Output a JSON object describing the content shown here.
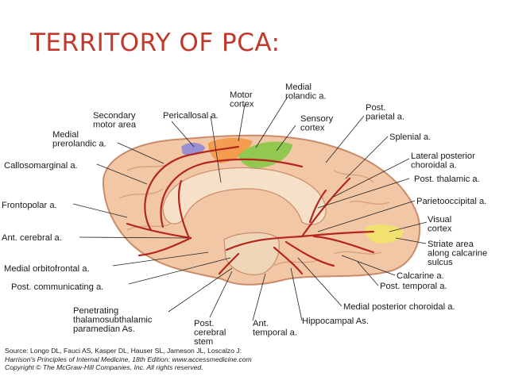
{
  "title": "TERRITORY OF PCA:",
  "figure": {
    "labels": [
      {
        "id": "motor_cortex",
        "lines": [
          "Motor",
          "cortex"
        ]
      },
      {
        "id": "medial_rolandic",
        "lines": [
          "Medial",
          "rolandic a."
        ]
      },
      {
        "id": "secondary_motor",
        "lines": [
          "Secondary",
          "motor area"
        ]
      },
      {
        "id": "pericallosal",
        "lines": [
          "Pericallosal a."
        ]
      },
      {
        "id": "sensory_cortex",
        "lines": [
          "Sensory",
          "cortex"
        ]
      },
      {
        "id": "post_parietal",
        "lines": [
          "Post.",
          "parietal a."
        ]
      },
      {
        "id": "medial_prerolandic",
        "lines": [
          "Medial",
          "prerolandic a."
        ]
      },
      {
        "id": "splenial",
        "lines": [
          "Splenial a."
        ]
      },
      {
        "id": "callosomarginal",
        "lines": [
          "Callosomarginal a."
        ]
      },
      {
        "id": "lateral_post_choroidal",
        "lines": [
          "Lateral posterior",
          "choroidal a."
        ]
      },
      {
        "id": "post_thalamic",
        "lines": [
          "Post. thalamic a."
        ]
      },
      {
        "id": "frontopolar",
        "lines": [
          "Frontopolar a."
        ]
      },
      {
        "id": "parietooccipital",
        "lines": [
          "Parietooccipital a."
        ]
      },
      {
        "id": "visual_cortex",
        "lines": [
          "Visual",
          "cortex"
        ]
      },
      {
        "id": "ant_cerebral",
        "lines": [
          "Ant. cerebral a."
        ]
      },
      {
        "id": "striate_area",
        "lines": [
          "Striate area",
          "along calcarine",
          "sulcus"
        ]
      },
      {
        "id": "medial_orbitofrontal",
        "lines": [
          "Medial orbitofrontal a."
        ]
      },
      {
        "id": "calcarine",
        "lines": [
          "Calcarine a."
        ]
      },
      {
        "id": "post_communicating",
        "lines": [
          "Post. communicating a."
        ]
      },
      {
        "id": "post_temporal",
        "lines": [
          "Post. temporal a."
        ]
      },
      {
        "id": "medial_post_choroidal",
        "lines": [
          "Medial posterior choroidal a."
        ]
      },
      {
        "id": "penetrating",
        "lines": [
          "Penetrating",
          "thalamosubthalamic",
          "paramedian As."
        ]
      },
      {
        "id": "post_cerebral_stem",
        "lines": [
          "Post.",
          "cerebral",
          "stem"
        ]
      },
      {
        "id": "ant_temporal",
        "lines": [
          "Ant.",
          "temporal a."
        ]
      },
      {
        "id": "hippocampal",
        "lines": [
          "Hippocampal As."
        ]
      }
    ],
    "colors": {
      "title": "#c0392b",
      "artery": "#b3261e",
      "brain_tissue": "#f2c7a6",
      "brain_outline": "#c98b6a",
      "motor_area": "#f39a4a",
      "sensory_area": "#8cc84b",
      "secondary_motor_area": "#8f8ad6",
      "visual_area": "#f0e36a"
    }
  },
  "source": {
    "line1": "Source: Longo DL, Fauci AS, Kasper DL, Hauser SL, Jameson JL, Loscalzo J:",
    "line2": "Harrison's Principles of Internal Medicine, 18th Edition: www.accessmedicine.com",
    "line3": "Copyright © The McGraw-Hill Companies, Inc. All rights reserved."
  }
}
